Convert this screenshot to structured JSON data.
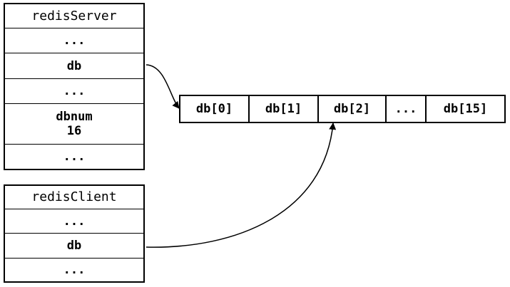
{
  "redisServer": {
    "fields": [
      {
        "label": "redisServer"
      },
      {
        "label": "..."
      },
      {
        "label": "db"
      },
      {
        "label": "..."
      },
      {
        "label": "dbnum",
        "value": "16"
      },
      {
        "label": "..."
      }
    ]
  },
  "redisClient": {
    "fields": [
      {
        "label": "redisClient"
      },
      {
        "label": "..."
      },
      {
        "label": "db"
      },
      {
        "label": "..."
      }
    ]
  },
  "db_array": [
    "db[0]",
    "db[1]",
    "db[2]",
    "...",
    "db[15]"
  ],
  "colors": {
    "stroke": "#000000",
    "background": "#ffffff"
  }
}
